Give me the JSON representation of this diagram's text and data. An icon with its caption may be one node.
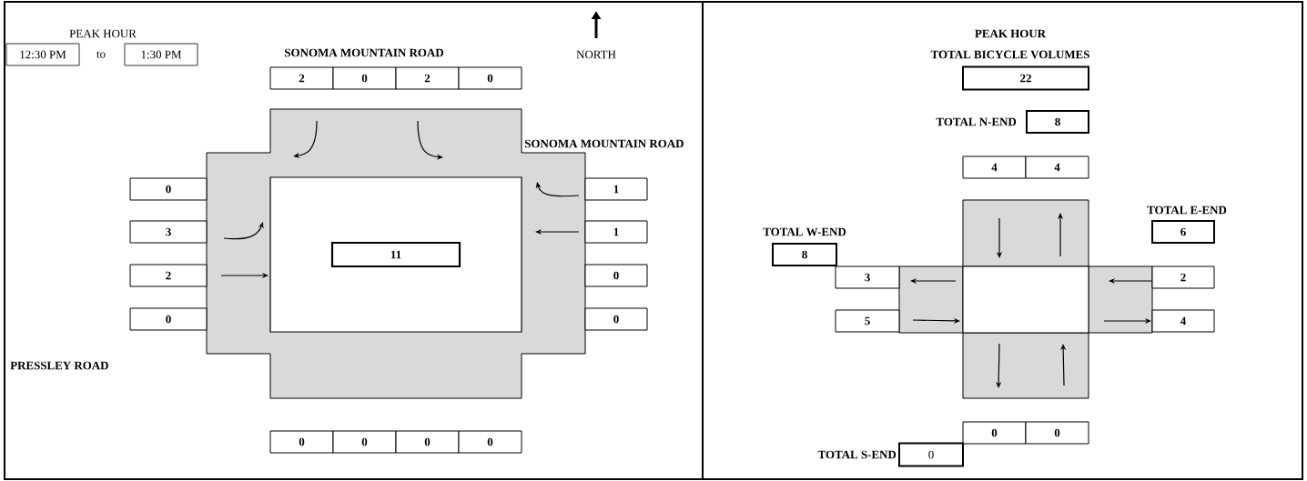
{
  "diagram": {
    "nodes": [
      {
        "text": [
          "12:30 PM"
        ]
      },
      {
        "text": [
          "1:30 PM"
        ]
      },
      {
        "text": [
          "2"
        ]
      },
      {
        "text": [
          "0"
        ]
      },
      {
        "text": [
          "2"
        ]
      },
      {
        "text": [
          "0"
        ]
      },
      {
        "text": [
          "0"
        ]
      },
      {
        "text": [
          "3"
        ]
      },
      {
        "text": [
          "2"
        ]
      },
      {
        "text": [
          "0"
        ]
      },
      {
        "text": [
          "1"
        ]
      },
      {
        "text": [
          "1"
        ]
      },
      {
        "text": [
          "0"
        ]
      },
      {
        "text": [
          "0"
        ]
      },
      {
        "text": [
          "11"
        ]
      },
      {
        "text": [
          "0"
        ]
      },
      {
        "text": [
          "0"
        ]
      },
      {
        "text": [
          "0"
        ]
      },
      {
        "text": [
          "0"
        ]
      },
      {
        "text": [
          "22"
        ]
      },
      {
        "text": [
          "8"
        ],
        "beside": [
          "TOTAL N-END"
        ]
      },
      {
        "text": [
          "4"
        ]
      },
      {
        "text": [
          "4"
        ]
      },
      {
        "text": [
          "6"
        ],
        "beside": [
          "TOTAL E-END"
        ]
      },
      {
        "text": [
          "8"
        ],
        "beside": [
          "TOTAL W-END"
        ]
      },
      {
        "text": [
          "3"
        ]
      },
      {
        "text": [
          "5"
        ]
      },
      {
        "text": [
          "2"
        ]
      },
      {
        "text": [
          "4"
        ]
      },
      {
        "text": [
          "0"
        ]
      },
      {
        "text": [
          "0"
        ]
      },
      {
        "text": [
          "0"
        ],
        "beside": [
          "TOTAL S-END"
        ]
      }
    ],
    "labels": [
      "PEAK HOUR",
      "to",
      "SONOMA MOUNTAIN ROAD",
      "NORTH",
      "SONOMA MOUNTAIN ROAD",
      "PRESSLEY ROAD",
      "PEAK HOUR",
      "TOTAL BICYCLE VOLUMES"
    ]
  }
}
